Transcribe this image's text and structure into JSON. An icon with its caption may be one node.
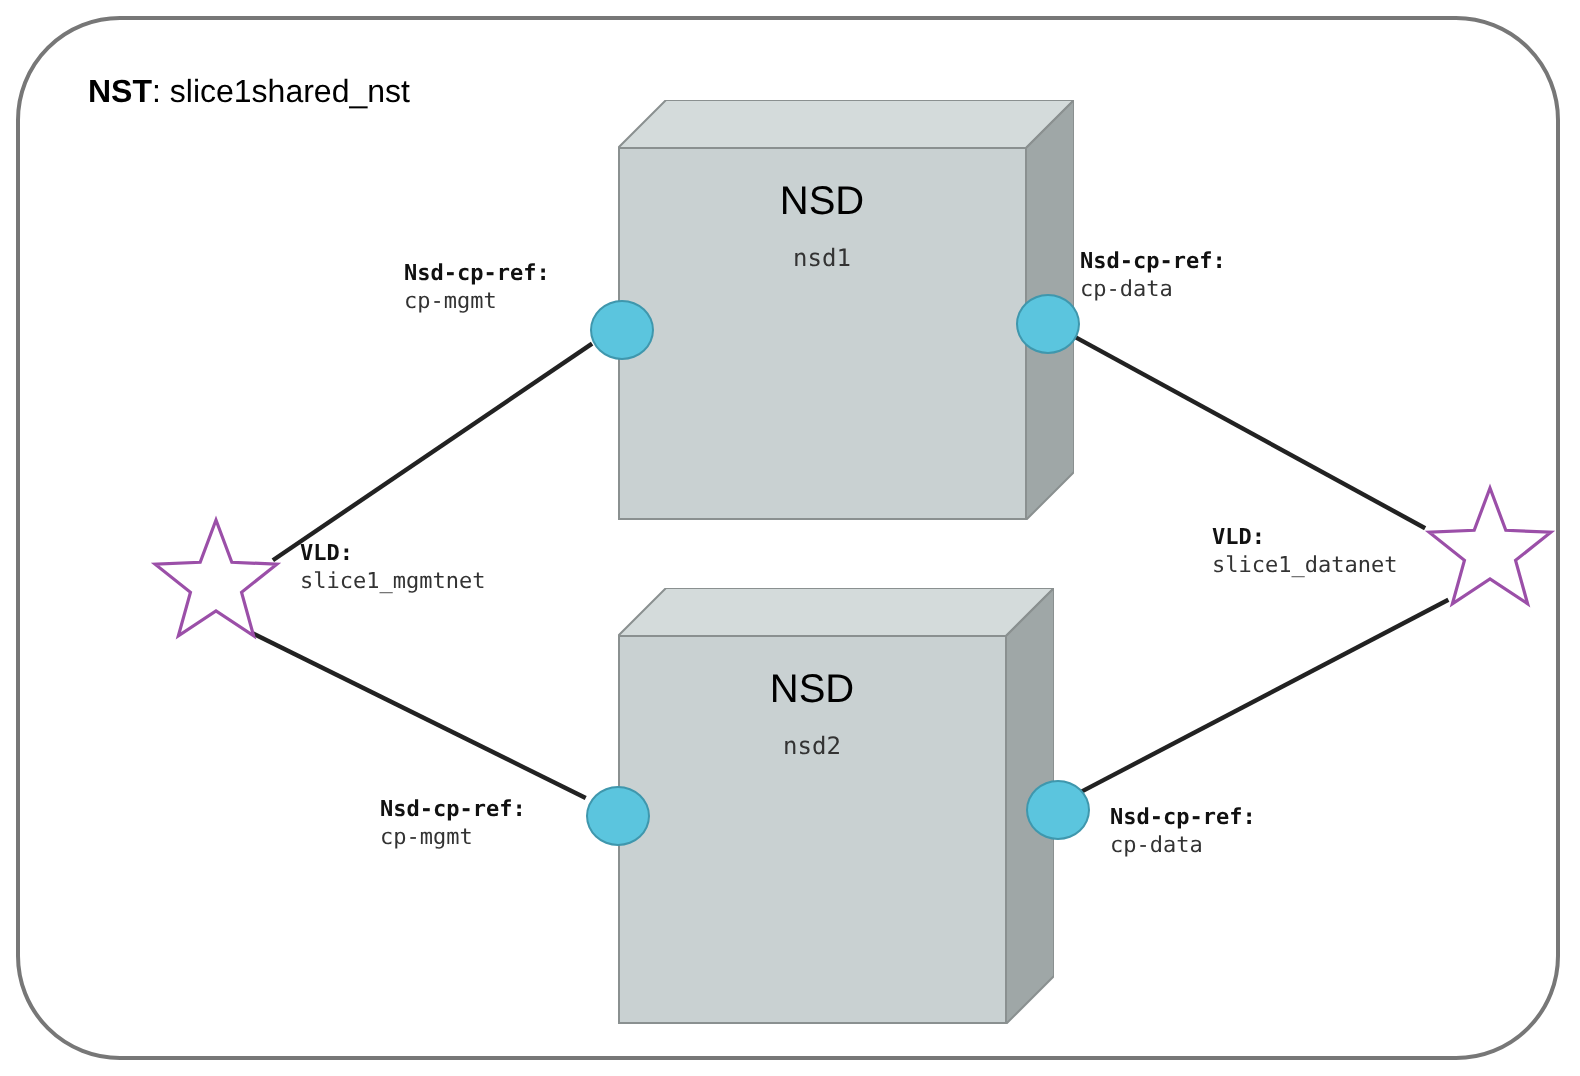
{
  "diagram": {
    "nodes": [
      {
        "text": [
          "**NST**: slice1shared_nst"
        ]
      },
      {
        "text": [
          "NSD",
          "nsd1"
        ],
        "in": 0
      },
      {
        "text": [],
        "shape": "circle",
        "in": 0,
        "beside": [
          "**Nsd-cp-ref:** cp-mgmt"
        ]
      },
      {
        "text": [],
        "shape": "circle",
        "in": 0,
        "beside": [
          "**Nsd-cp-ref:** cp-data"
        ]
      },
      {
        "text": [],
        "shape": "star",
        "in": 0,
        "beside": [
          "**VLD:** slice1_mgmtnet"
        ]
      },
      {
        "text": [],
        "shape": "star",
        "in": 0,
        "beside": [
          "**VLD:** slice1_datanet"
        ]
      },
      {
        "text": [
          "NSD",
          "nsd2"
        ],
        "in": 0
      },
      {
        "text": [],
        "shape": "circle",
        "in": 0,
        "beside": [
          "**Nsd-cp-ref:** cp-mgmt"
        ]
      },
      {
        "text": [],
        "shape": "circle",
        "in": 0,
        "beside": [
          "**Nsd-cp-ref:** cp-data"
        ]
      }
    ],
    "edges": [
      {
        "from": 2,
        "to": 4,
        "arrow": "none"
      },
      {
        "from": 4,
        "to": 7,
        "arrow": "none"
      },
      {
        "from": 3,
        "to": 5,
        "arrow": "none"
      },
      {
        "from": 5,
        "to": 8,
        "arrow": "none"
      }
    ]
  }
}
